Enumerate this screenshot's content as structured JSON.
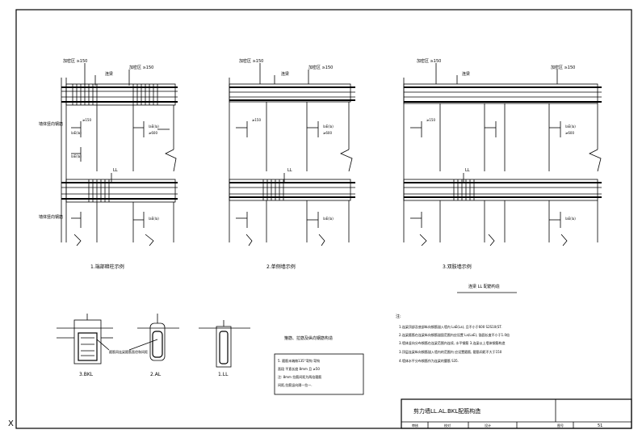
{
  "drawing": {
    "details": [
      {
        "caption": "1.端部暗柱示例",
        "top_label_left": "加密区 ≥150",
        "top_label_mid": "连梁",
        "top_label_right": "加密区 ≥150",
        "grid_label": "LL"
      },
      {
        "caption": "2.单侧墙示例",
        "top_label_left": "加密区 ≥150",
        "top_label_mid": "连梁",
        "top_label_right": "加密区 ≥150",
        "grid_label": "LL"
      },
      {
        "caption": "3.双肢墙示例",
        "top_label_left": "加密区 ≥150",
        "top_label_mid": "连梁",
        "top_label_right": "加密区 ≥150",
        "grid_label": "LL"
      }
    ],
    "side_labels": [
      "墙体竖向钢筋",
      "墙体竖向钢筋"
    ],
    "anchor_label": "laE(la)",
    "anchor_sub": "≥600",
    "dim_label": "≥150",
    "center_note": "连梁 LL 配筋构造",
    "sections": [
      {
        "label": "3.BKL"
      },
      {
        "label": "2.AL"
      },
      {
        "label": "1.LL"
      }
    ],
    "section_note": "箍筋同连梁箍筋直径和间距",
    "box_header": "箍筋、拉筋及纵向钢筋构造",
    "box_lines": [
      "5. 箍筋末端做135°弯钩 弯钩",
      "直段 平直长度      8mm 且 ≥50",
      "注: 8mm 拉筋间距为两倍箍筋",
      "间距,拉筋竖向隔一拉一."
    ],
    "notes_title": "注:",
    "notes": [
      "1.连梁顶部及底部纵向钢筋锚入墙内      LaE(La), 且不小于600      S2S10(ST.",
      "2.连梁箍筋在连梁纵向钢筋锚固范围内应设置      La(LaE), 锚固长度不小于1.0倍",
      "3.墙体竖向分布钢筋在连梁范围内连续, 水平钢筋      3.连梁以上墙体钢筋构造",
      "3.顶层连梁纵向钢筋锚入墙内的范围内 应设置箍筋, 箍筋间距不大于150",
      "4.墙体水平分布钢筋作为连梁的腰筋      S35."
    ],
    "title_block": {
      "title": "剪力墙LL.AL.BKL配筋构造",
      "row_labels": [
        "审核",
        "校对",
        "设计",
        "图号"
      ],
      "sheet": "51"
    },
    "corner_mark": "X"
  }
}
